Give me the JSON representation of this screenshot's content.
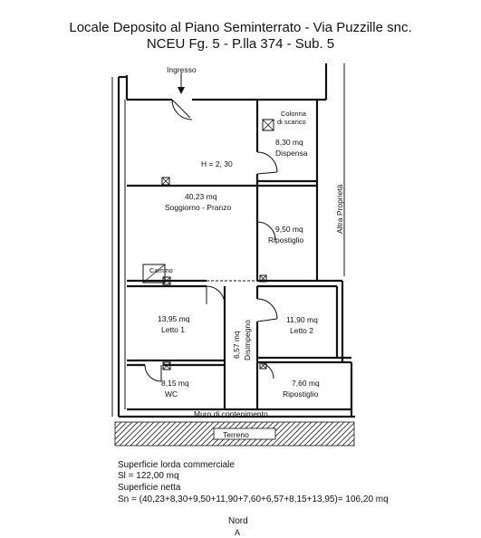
{
  "header": {
    "line1": "Locale Deposito al Piano Seminterrato - Via Puzzille snc.",
    "line2": "NCEU Fg. 5 - P.lla 374 - Sub. 5"
  },
  "plan": {
    "entrance": "Ingresso",
    "drain_column_line1": "Colonna",
    "drain_column_line2": "di scarico",
    "pantry_area": "8,30 mq",
    "pantry_name": "Dispensa",
    "height": "H = 2, 30",
    "living_area": "40,23 mq",
    "living_name": "Soggiorno - Pranzo",
    "storage1_area": "9,50 mq",
    "storage1_name": "Ripostiglio",
    "neighbor": "Altra Proprietà",
    "chimney": "Camino",
    "bed1_area": "13,95 mq",
    "bed1_name": "Letto 1",
    "hall_area": "6,57 mq",
    "hall_name": "Disimpegno",
    "bed2_area": "11,90 mq",
    "bed2_name": "Letto 2",
    "wc_area": "8,15 mq",
    "wc_name": "WC",
    "storage2_area": "7,60 mq",
    "storage2_name": "Ripostiglio",
    "retaining_wall": "Muro di contenimento",
    "ground": "Terreno"
  },
  "legend": {
    "gross_title": "Superficie lorda commerciale",
    "gross_value": "Sl = 122,00 mq",
    "net_title": "Superficie netta",
    "net_value": "Sn = (40,23+8,30+9,50+11,90+7,60+6,57+8,15+13,95)= 106,20 mq"
  },
  "north": {
    "label": "Nord",
    "arrow": "A"
  }
}
